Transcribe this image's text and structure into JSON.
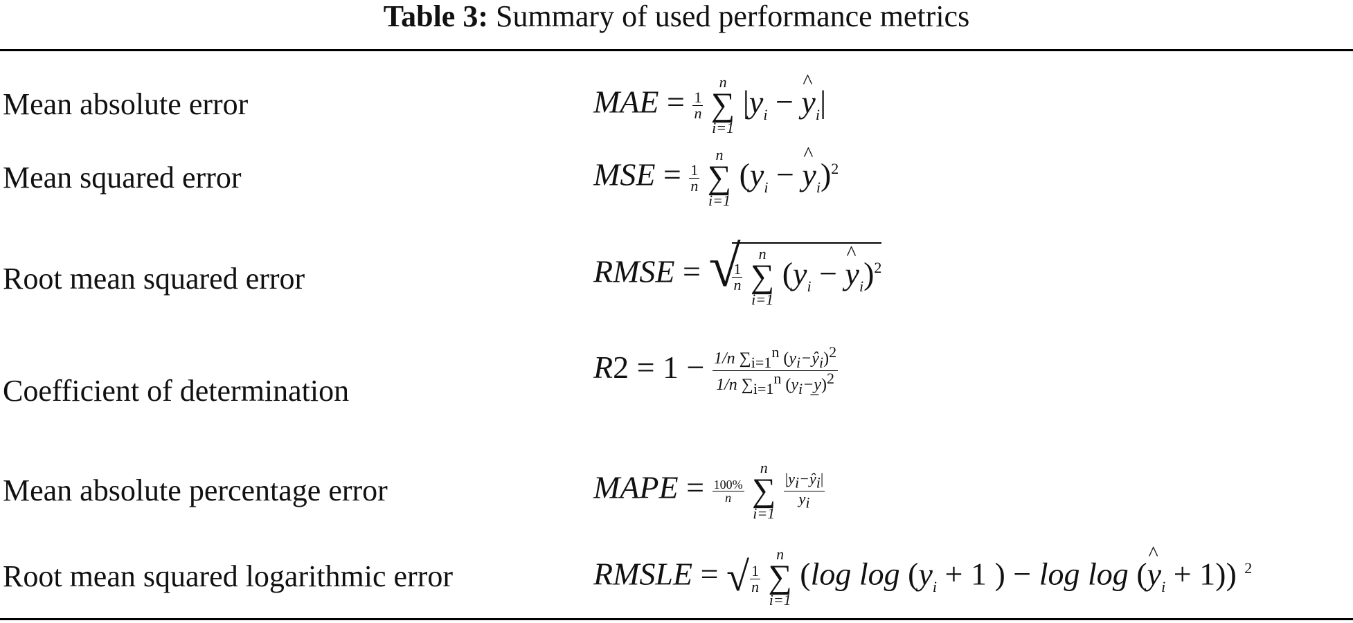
{
  "caption": {
    "label": "Table 3:",
    "text": "Summary of used performance metrics"
  },
  "rows": [
    {
      "name": "Mean absolute error"
    },
    {
      "name": "Mean squared error"
    },
    {
      "name": "Root mean squared error"
    },
    {
      "name": "Coefficient of determination"
    },
    {
      "name": "Mean absolute percentage error"
    },
    {
      "name": "Root mean squared logarithmic error"
    }
  ],
  "formulas": {
    "mae": {
      "lhs": "MAE",
      "eq": "= ",
      "one": "1",
      "n": "n",
      "up": "n",
      "low": "i=1",
      "body": "|y",
      "bodyend": "|"
    },
    "mse": {
      "lhs": "MSE"
    },
    "rmse": {
      "lhs": "RMSE"
    },
    "r2": {
      "lhs": "R2 = 1 −"
    },
    "mape": {
      "lhs": "MAPE",
      "pct": "100%"
    },
    "rmsle": {
      "lhs": "RMSLE",
      "log": "log log",
      "exp": "2"
    }
  }
}
